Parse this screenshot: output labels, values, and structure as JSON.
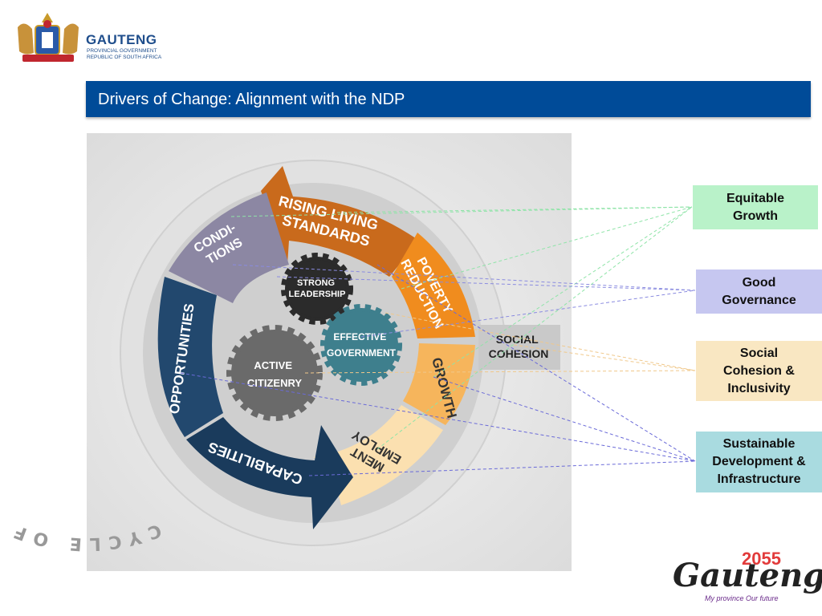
{
  "header": {
    "logo_name": "GAUTENG",
    "logo_sub1": "PROVINCIAL GOVERNMENT",
    "logo_sub2": "REPUBLIC OF SOUTH AFRICA"
  },
  "title": "Drivers of Change: Alignment with the NDP",
  "diagram": {
    "ring_text": "CYCLE OF DEVELOPMENT",
    "segments": {
      "rising": [
        "RISING LIVING",
        "STANDARDS"
      ],
      "poverty": [
        "POVERTY",
        "REDUCTION"
      ],
      "growth": [
        "GROWTH"
      ],
      "employment": [
        "EMPLOY",
        "MENT"
      ],
      "capabilities": [
        "CAPABILITIES"
      ],
      "opportunities": [
        "OPPORTUNITIES"
      ],
      "conditions": [
        "CONDI-",
        "TIONS"
      ]
    },
    "gears": {
      "strong": [
        "STRONG",
        "LEADERSHIP"
      ],
      "effective": [
        "EFFECTIVE",
        "GOVERNMENT"
      ],
      "active": [
        "ACTIVE",
        "CITIZENRY"
      ]
    },
    "social_cohesion": [
      "SOCIAL",
      "COHESION"
    ]
  },
  "outcomes": {
    "equitable": [
      "Equitable",
      "Growth"
    ],
    "governance": [
      "Good",
      "Governance"
    ],
    "social": [
      "Social",
      "Cohesion &",
      "Inclusivity"
    ],
    "sustainable": [
      "Sustainable",
      "Development &",
      "Infrastructure"
    ]
  },
  "colors": {
    "title_bar": "#004b98",
    "equitable": "#b9f2c9",
    "governance": "#c6c7f0",
    "social": "#f9e7c2",
    "sustainable": "#a9dbe0"
  },
  "footer": {
    "year": "2055",
    "wordmark": "Gauteng",
    "tagline": "My province Our future"
  }
}
